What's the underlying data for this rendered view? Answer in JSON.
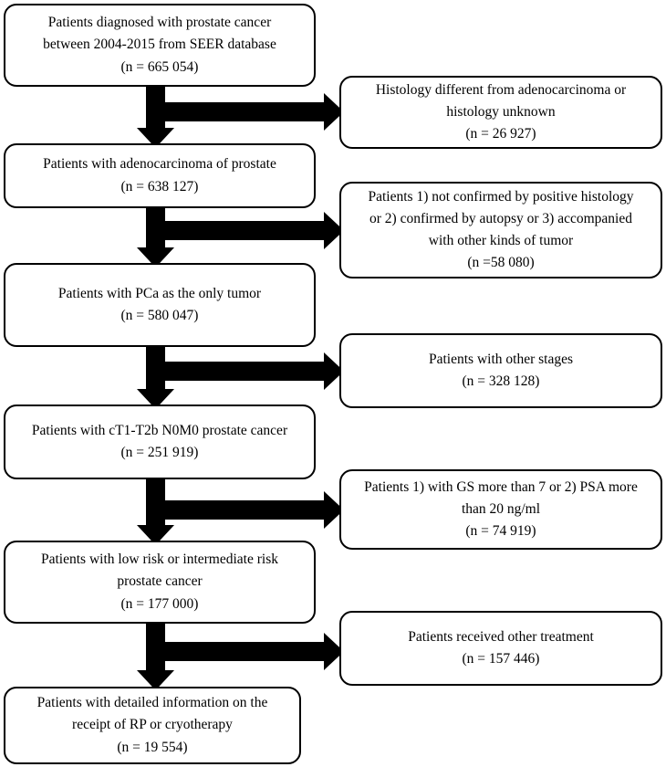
{
  "diagram": {
    "title": "SEER prostate cancer cohort selection flowchart",
    "type": "flowchart",
    "orientation": "top-to-bottom with right-side exclusion branches",
    "colors": {
      "box_border": "#000000",
      "box_fill": "#ffffff",
      "arrow": "#000000",
      "text": "#000000",
      "background": "#ffffff"
    },
    "main_nodes": [
      {
        "id": "main-1",
        "name": "seer-cohort",
        "lines": [
          "Patients diagnosed with prostate cancer",
          "between 2004-2015 from SEER database",
          "(n = 665 054)"
        ],
        "count": "665 054"
      },
      {
        "id": "main-2",
        "name": "adenocarcinoma-cohort",
        "lines": [
          "Patients with adenocarcinoma of prostate",
          "(n = 638 127)"
        ],
        "count": "638 127"
      },
      {
        "id": "main-3",
        "name": "pca-only-tumor-cohort",
        "lines": [
          "Patients with PCa as the only tumor",
          "(n = 580 047)"
        ],
        "count": "580 047"
      },
      {
        "id": "main-4",
        "name": "ct1-t2b-n0m0-cohort",
        "lines": [
          "Patients with cT1-T2b N0M0 prostate cancer",
          "(n = 251 919)"
        ],
        "count": "251 919"
      },
      {
        "id": "main-5",
        "name": "low-intermediate-risk-cohort",
        "lines": [
          "Patients with low risk or intermediate risk",
          "prostate cancer",
          "(n = 177 000)"
        ],
        "count": "177 000"
      },
      {
        "id": "main-6",
        "name": "final-cohort",
        "lines": [
          "Patients with detailed information on the",
          "receipt of RP or cryotherapy",
          "(n = 19 554)"
        ],
        "count": "19 554"
      }
    ],
    "excluded_nodes": [
      {
        "id": "excl-1",
        "name": "excluded-histology",
        "lines": [
          "Histology different from adenocarcinoma or",
          "histology unknown",
          "(n = 26 927)"
        ],
        "count": "26 927"
      },
      {
        "id": "excl-2",
        "name": "excluded-unconfirmed-autopsy-other-tumor",
        "lines": [
          "Patients 1) not confirmed by positive histology",
          "or 2) confirmed by autopsy or 3) accompanied",
          "with other kinds of tumor",
          "(n =58 080)"
        ],
        "count": "58 080"
      },
      {
        "id": "excl-3",
        "name": "excluded-other-stages",
        "lines": [
          "Patients with other stages",
          "(n = 328 128)"
        ],
        "count": "328 128"
      },
      {
        "id": "excl-4",
        "name": "excluded-high-gs-psa",
        "lines": [
          "Patients 1) with GS more than 7 or 2) PSA more",
          "than 20 ng/ml",
          "(n = 74 919)"
        ],
        "count": "74 919"
      },
      {
        "id": "excl-5",
        "name": "excluded-other-treatment",
        "lines": [
          "Patients received other treatment",
          "(n = 157 446)"
        ],
        "count": "157 446"
      }
    ]
  }
}
